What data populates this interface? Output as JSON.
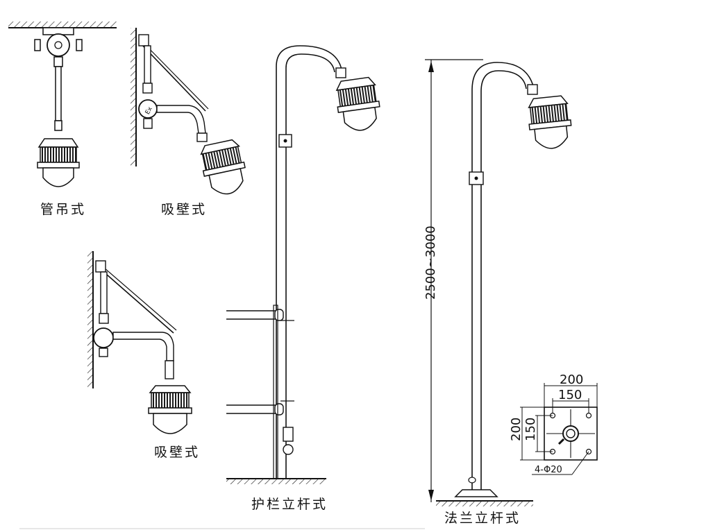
{
  "labels": {
    "pipe_pendant": "管吊式",
    "wall_mount_top": "吸壁式",
    "wall_mount_bottom": "吸壁式",
    "guardrail_pole": "护栏立杆式",
    "flange_pole": "法兰立杆式"
  },
  "dimensions": {
    "pole_height": "2500~3000",
    "flange_outer_w": "200",
    "flange_inner_w": "150",
    "flange_outer_h": "200",
    "flange_inner_h": "150",
    "bolt_holes": "4-Φ20"
  },
  "markings": {
    "junction_box_mark": "Ex"
  }
}
